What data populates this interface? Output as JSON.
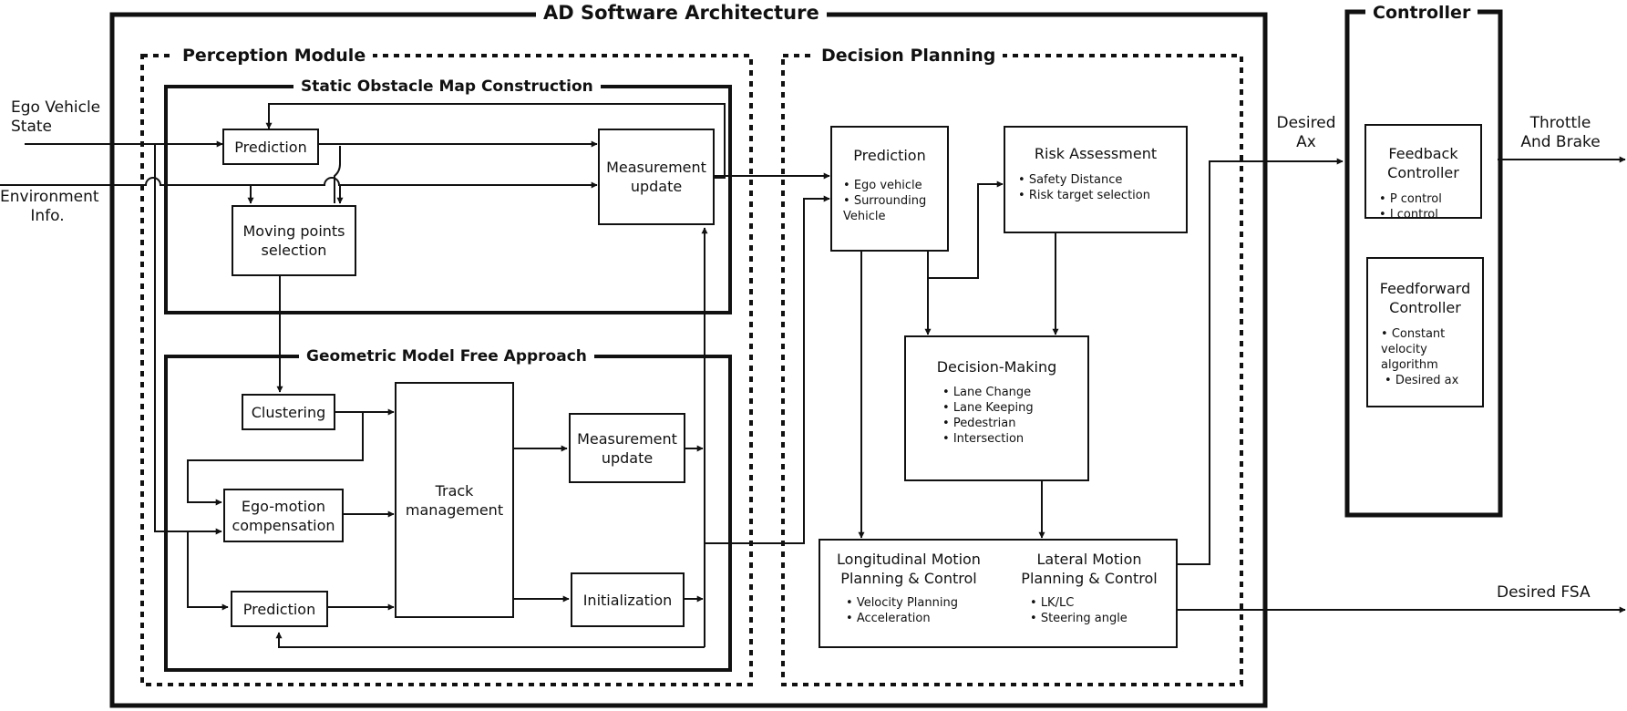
{
  "architecture": {
    "title": "AD Software Architecture"
  },
  "controller": {
    "title": "Controller",
    "feedback": {
      "title": "Feedback\nController",
      "items": [
        "P control",
        "I control"
      ]
    },
    "feedforward": {
      "title": "Feedforward\nController",
      "items": [
        "Constant\nvelocity\nalgorithm",
        "Desired ax"
      ]
    }
  },
  "perception": {
    "title": "Perception Module",
    "static_map": {
      "title": "Static Obstacle Map Construction",
      "prediction": "Prediction",
      "moving_points": "Moving points\nselection",
      "measurement_update": "Measurement\nupdate"
    },
    "geometric": {
      "title": "Geometric Model Free Approach",
      "clustering": "Clustering",
      "ego_motion": "Ego-motion\ncompensation",
      "prediction": "Prediction",
      "track_management": "Track\nmanagement",
      "measurement_update": "Measurement\nupdate",
      "initialization": "Initialization"
    }
  },
  "decision": {
    "title": "Decision Planning",
    "prediction": {
      "title": "Prediction",
      "items": [
        "Ego vehicle",
        "Surrounding\nVehicle"
      ]
    },
    "risk": {
      "title": "Risk Assessment",
      "items": [
        "Safety Distance",
        "Risk target selection"
      ]
    },
    "decision_making": {
      "title": "Decision-Making",
      "items": [
        "Lane Change",
        "Lane Keeping",
        "Pedestrian",
        "Intersection"
      ]
    },
    "longitudinal": {
      "title": "Longitudinal Motion\nPlanning & Control",
      "items": [
        "Velocity Planning",
        "Acceleration"
      ]
    },
    "lateral": {
      "title": "Lateral Motion\nPlanning & Control",
      "items": [
        "LK/LC",
        "Steering angle"
      ]
    }
  },
  "inputs": {
    "ego_state": "Ego Vehicle\nState",
    "environment": "Environment\nInfo."
  },
  "outputs": {
    "desired_ax": "Desired\nAx",
    "throttle": "Throttle\nAnd Brake",
    "desired_fsa": "Desired FSA"
  },
  "colors": {
    "line": "#111111",
    "background": "#ffffff"
  }
}
